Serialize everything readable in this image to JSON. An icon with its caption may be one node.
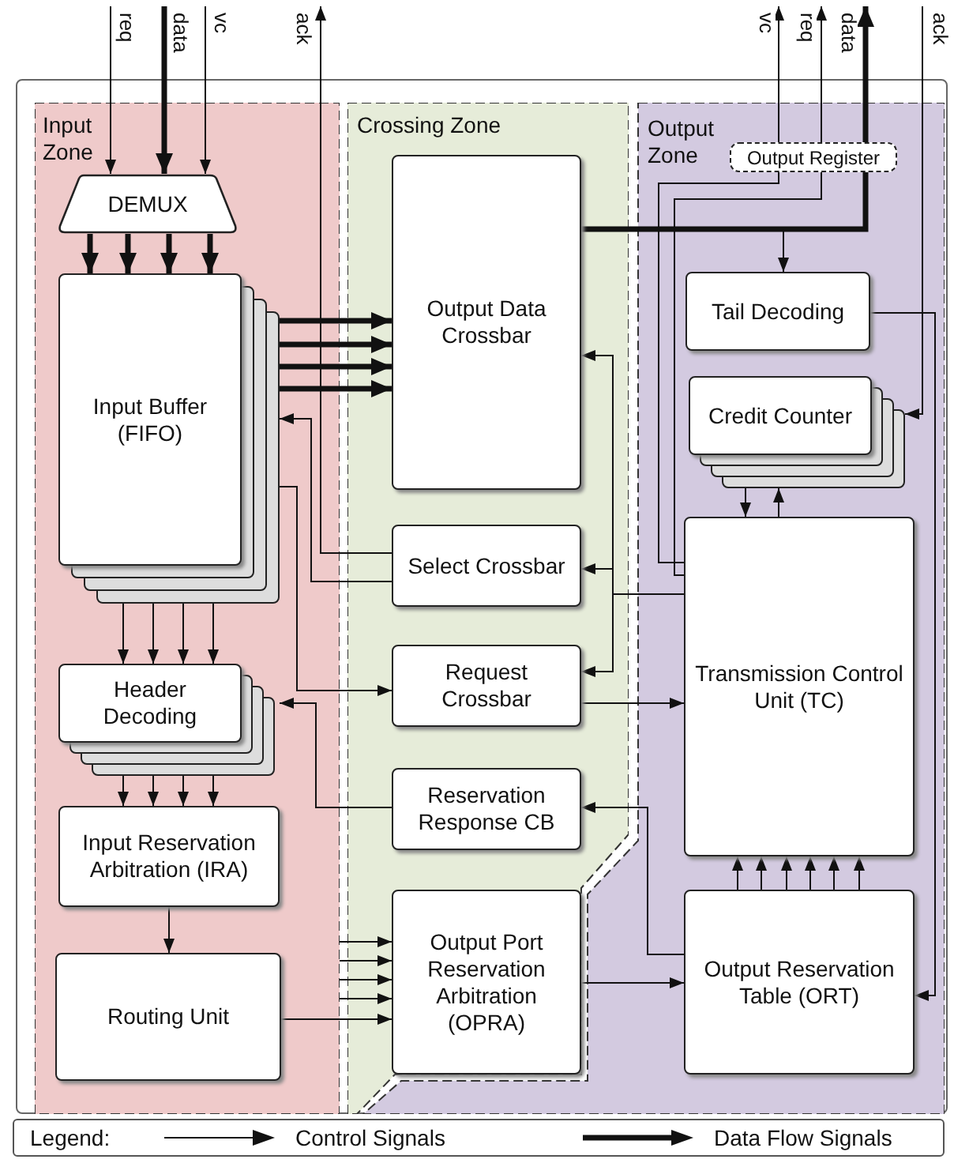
{
  "diagram": {
    "nodes": [
      {
        "text": [
          "Input Zone"
        ]
      },
      {
        "text": [
          "DEMUX"
        ],
        "in": 0
      },
      {
        "text": [
          "Input Buffer (FIFO)"
        ],
        "in": 0
      },
      {
        "text": [
          "Header Decoding"
        ],
        "in": 0
      },
      {
        "text": [
          "Input Reservation Arbitration (IRA)"
        ],
        "in": 0
      },
      {
        "text": [
          "Routing Unit"
        ],
        "in": 0
      },
      {
        "text": [
          "Crossing Zone"
        ]
      },
      {
        "text": [
          "Output Data Crossbar"
        ],
        "in": 6
      },
      {
        "text": [
          "Select Crossbar"
        ],
        "in": 6
      },
      {
        "text": [
          "Request Crossbar"
        ],
        "in": 6
      },
      {
        "text": [
          "Reservation Response CB"
        ],
        "in": 6
      },
      {
        "text": [
          "Output Port Reservation Arbitration (OPRA)"
        ],
        "in": 6
      },
      {
        "text": [
          "Output Zone"
        ]
      },
      {
        "text": [
          "Output Register"
        ],
        "in": 12
      },
      {
        "text": [
          "Tail Decoding"
        ],
        "in": 12
      },
      {
        "text": [
          "Credit Counter"
        ],
        "in": 12
      },
      {
        "text": [
          "Transmission Control Unit (TC)"
        ],
        "in": 12
      },
      {
        "text": [
          "Output Reservation Table (ORT)"
        ],
        "in": 12
      }
    ],
    "edges": [
      {
        "from": null,
        "to": 1,
        "arrow": "to",
        "label": "req"
      },
      {
        "from": null,
        "to": 1,
        "arrow": "to",
        "label": "data",
        "style": "thick"
      },
      {
        "from": null,
        "to": 1,
        "arrow": "to",
        "label": "vc"
      },
      {
        "from": 8,
        "to": null,
        "arrow": "to",
        "label": "ack"
      },
      {
        "from": 1,
        "to": 2,
        "arrow": "to",
        "style": "thick"
      },
      {
        "from": 1,
        "to": 2,
        "arrow": "to",
        "style": "thick"
      },
      {
        "from": 1,
        "to": 2,
        "arrow": "to",
        "style": "thick"
      },
      {
        "from": 1,
        "to": 2,
        "arrow": "to",
        "style": "thick"
      },
      {
        "from": 2,
        "to": 7,
        "arrow": "to",
        "style": "thick"
      },
      {
        "from": 2,
        "to": 7,
        "arrow": "to",
        "style": "thick"
      },
      {
        "from": 2,
        "to": 7,
        "arrow": "to",
        "style": "thick"
      },
      {
        "from": 2,
        "to": 7,
        "arrow": "to",
        "style": "thick"
      },
      {
        "from": 8,
        "to": 2,
        "arrow": "to"
      },
      {
        "from": 2,
        "to": 9,
        "arrow": "to"
      },
      {
        "from": 2,
        "to": 3,
        "arrow": "to"
      },
      {
        "from": 2,
        "to": 3,
        "arrow": "to"
      },
      {
        "from": 2,
        "to": 3,
        "arrow": "to"
      },
      {
        "from": 2,
        "to": 3,
        "arrow": "to"
      },
      {
        "from": 3,
        "to": 4,
        "arrow": "to"
      },
      {
        "from": 3,
        "to": 4,
        "arrow": "to"
      },
      {
        "from": 3,
        "to": 4,
        "arrow": "to"
      },
      {
        "from": 3,
        "to": 4,
        "arrow": "to"
      },
      {
        "from": 10,
        "to": 3,
        "arrow": "to"
      },
      {
        "from": 4,
        "to": 5,
        "arrow": "to"
      },
      {
        "from": 5,
        "to": 11,
        "arrow": "to"
      },
      {
        "from": 0,
        "to": 11,
        "arrow": "to"
      },
      {
        "from": 0,
        "to": 11,
        "arrow": "to"
      },
      {
        "from": 0,
        "to": 11,
        "arrow": "to"
      },
      {
        "from": 0,
        "to": 11,
        "arrow": "to"
      },
      {
        "from": 16,
        "to": 7,
        "arrow": "to"
      },
      {
        "from": 16,
        "to": 8,
        "arrow": "to"
      },
      {
        "from": 16,
        "to": 9,
        "arrow": "to"
      },
      {
        "from": 9,
        "to": 16,
        "arrow": "to"
      },
      {
        "from": 17,
        "to": 10,
        "arrow": "to"
      },
      {
        "from": 11,
        "to": 17,
        "arrow": "to"
      },
      {
        "from": 17,
        "to": 16,
        "arrow": "to"
      },
      {
        "from": 17,
        "to": 16,
        "arrow": "to"
      },
      {
        "from": 17,
        "to": 16,
        "arrow": "to"
      },
      {
        "from": 17,
        "to": 16,
        "arrow": "to"
      },
      {
        "from": 17,
        "to": 16,
        "arrow": "to"
      },
      {
        "from": 17,
        "to": 16,
        "arrow": "to"
      },
      {
        "from": 16,
        "to": 13,
        "arrow": "none"
      },
      {
        "from": 16,
        "to": 13,
        "arrow": "none"
      },
      {
        "from": 13,
        "to": null,
        "arrow": "to",
        "label": "vc"
      },
      {
        "from": 13,
        "to": null,
        "arrow": "to",
        "label": "req"
      },
      {
        "from": 13,
        "to": null,
        "arrow": "to",
        "label": "data",
        "style": "thick"
      },
      {
        "from": 7,
        "to": 13,
        "arrow": "none",
        "style": "thick"
      },
      {
        "from": 7,
        "to": 14,
        "arrow": "to"
      },
      {
        "from": null,
        "to": 15,
        "arrow": "to",
        "label": "ack"
      },
      {
        "from": 14,
        "to": 17,
        "arrow": "to"
      },
      {
        "from": 15,
        "to": 16,
        "arrow": "to"
      },
      {
        "from": 16,
        "to": 15,
        "arrow": "to"
      }
    ],
    "labels": [
      "Legend:"
    ],
    "legend": [
      {
        "text": "Control Signals"
      },
      {
        "text": "Data Flow Signals"
      }
    ]
  }
}
